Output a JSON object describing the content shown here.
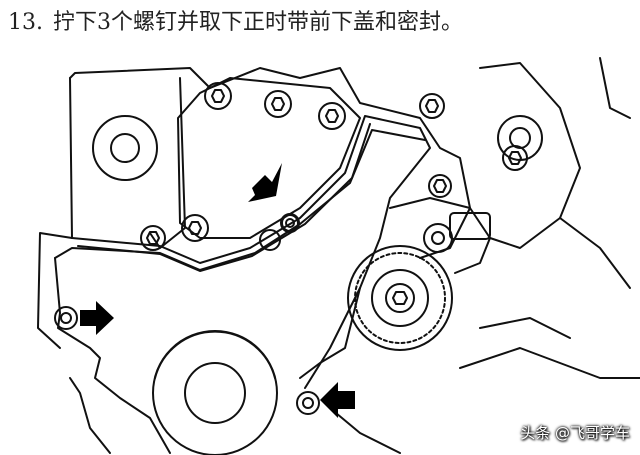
{
  "step": {
    "number": "13.",
    "instruction": "拧下3个螺钉并取下正时带前下盖和密封。"
  },
  "watermark": "头条 @飞哥学车",
  "colors": {
    "ink": "#111111",
    "paper": "#ffffff",
    "arrow": "#000000"
  },
  "icons": [
    "arrow-right-icon",
    "arrow-down-right-icon",
    "bolt-icon"
  ]
}
